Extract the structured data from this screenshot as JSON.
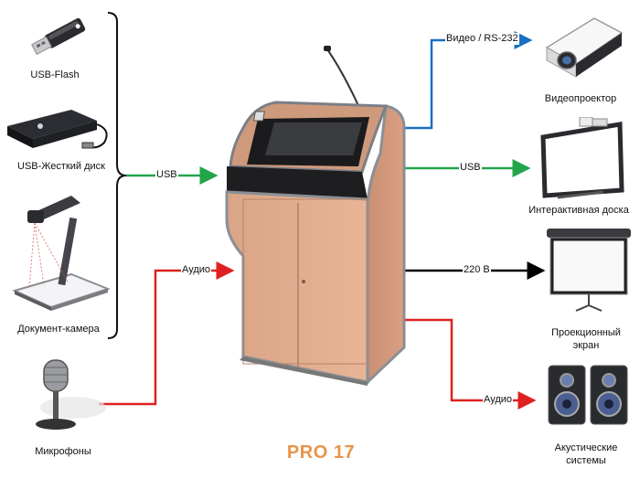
{
  "title": "PRO 17",
  "devices_left": {
    "usb_flash": "USB-Flash",
    "usb_hdd": "USB-Жесткий диск",
    "doc_camera": "Документ-камера",
    "microphones": "Микрофоны"
  },
  "devices_right": {
    "projector": "Видеопроектор",
    "interactive_board": "Интерактивная доска",
    "screen_line1": "Проекционный",
    "screen_line2": "экран",
    "speakers_line1": "Акустические",
    "speakers_line2": "системы"
  },
  "connections": {
    "usb_in": "USB",
    "audio_in": "Аудио",
    "video_out": "Видео / RS-232",
    "usb_out": "USB",
    "power": "220 В",
    "audio_out": "Аудио"
  },
  "colors": {
    "usb": "#22a54a",
    "audio": "#e02020",
    "video": "#1a6fc4",
    "power": "#000000",
    "title": "#e8944a"
  }
}
